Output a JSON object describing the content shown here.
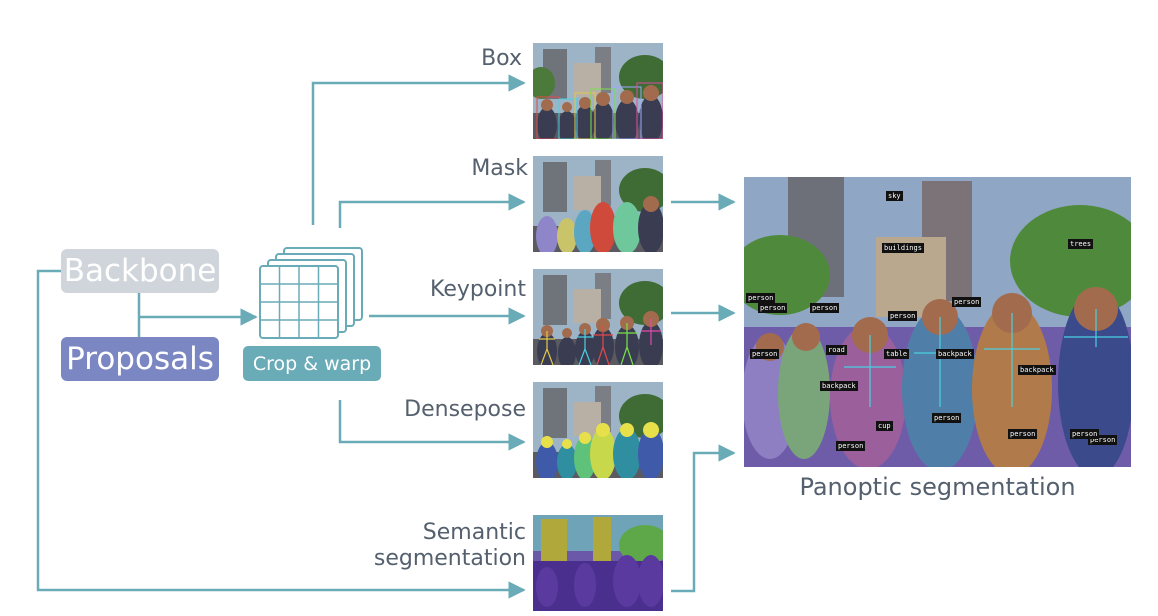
{
  "inputs": {
    "backbone": "Backbone",
    "proposals": "Proposals",
    "crop_warp": "Crop & warp"
  },
  "tasks": [
    {
      "id": "box",
      "label": "Box"
    },
    {
      "id": "mask",
      "label": "Mask"
    },
    {
      "id": "keypoint",
      "label": "Keypoint"
    },
    {
      "id": "densepose",
      "label": "Densepose"
    },
    {
      "id": "semantic",
      "label_line1": "Semantic",
      "label_line2": "segmentation"
    }
  ],
  "output": {
    "label": "Panoptic segmentation",
    "tags": [
      "sky",
      "buildings",
      "trees",
      "person",
      "person",
      "person",
      "person",
      "person",
      "person",
      "road",
      "table",
      "backpack",
      "backpack",
      "backpack",
      "person",
      "cup",
      "person",
      "person",
      "person",
      "person"
    ]
  },
  "colors": {
    "connector": "#6aabb8",
    "backbone_fill": "#cfd5da",
    "proposals_fill": "#7b87c3",
    "label_text": "#55606e"
  }
}
